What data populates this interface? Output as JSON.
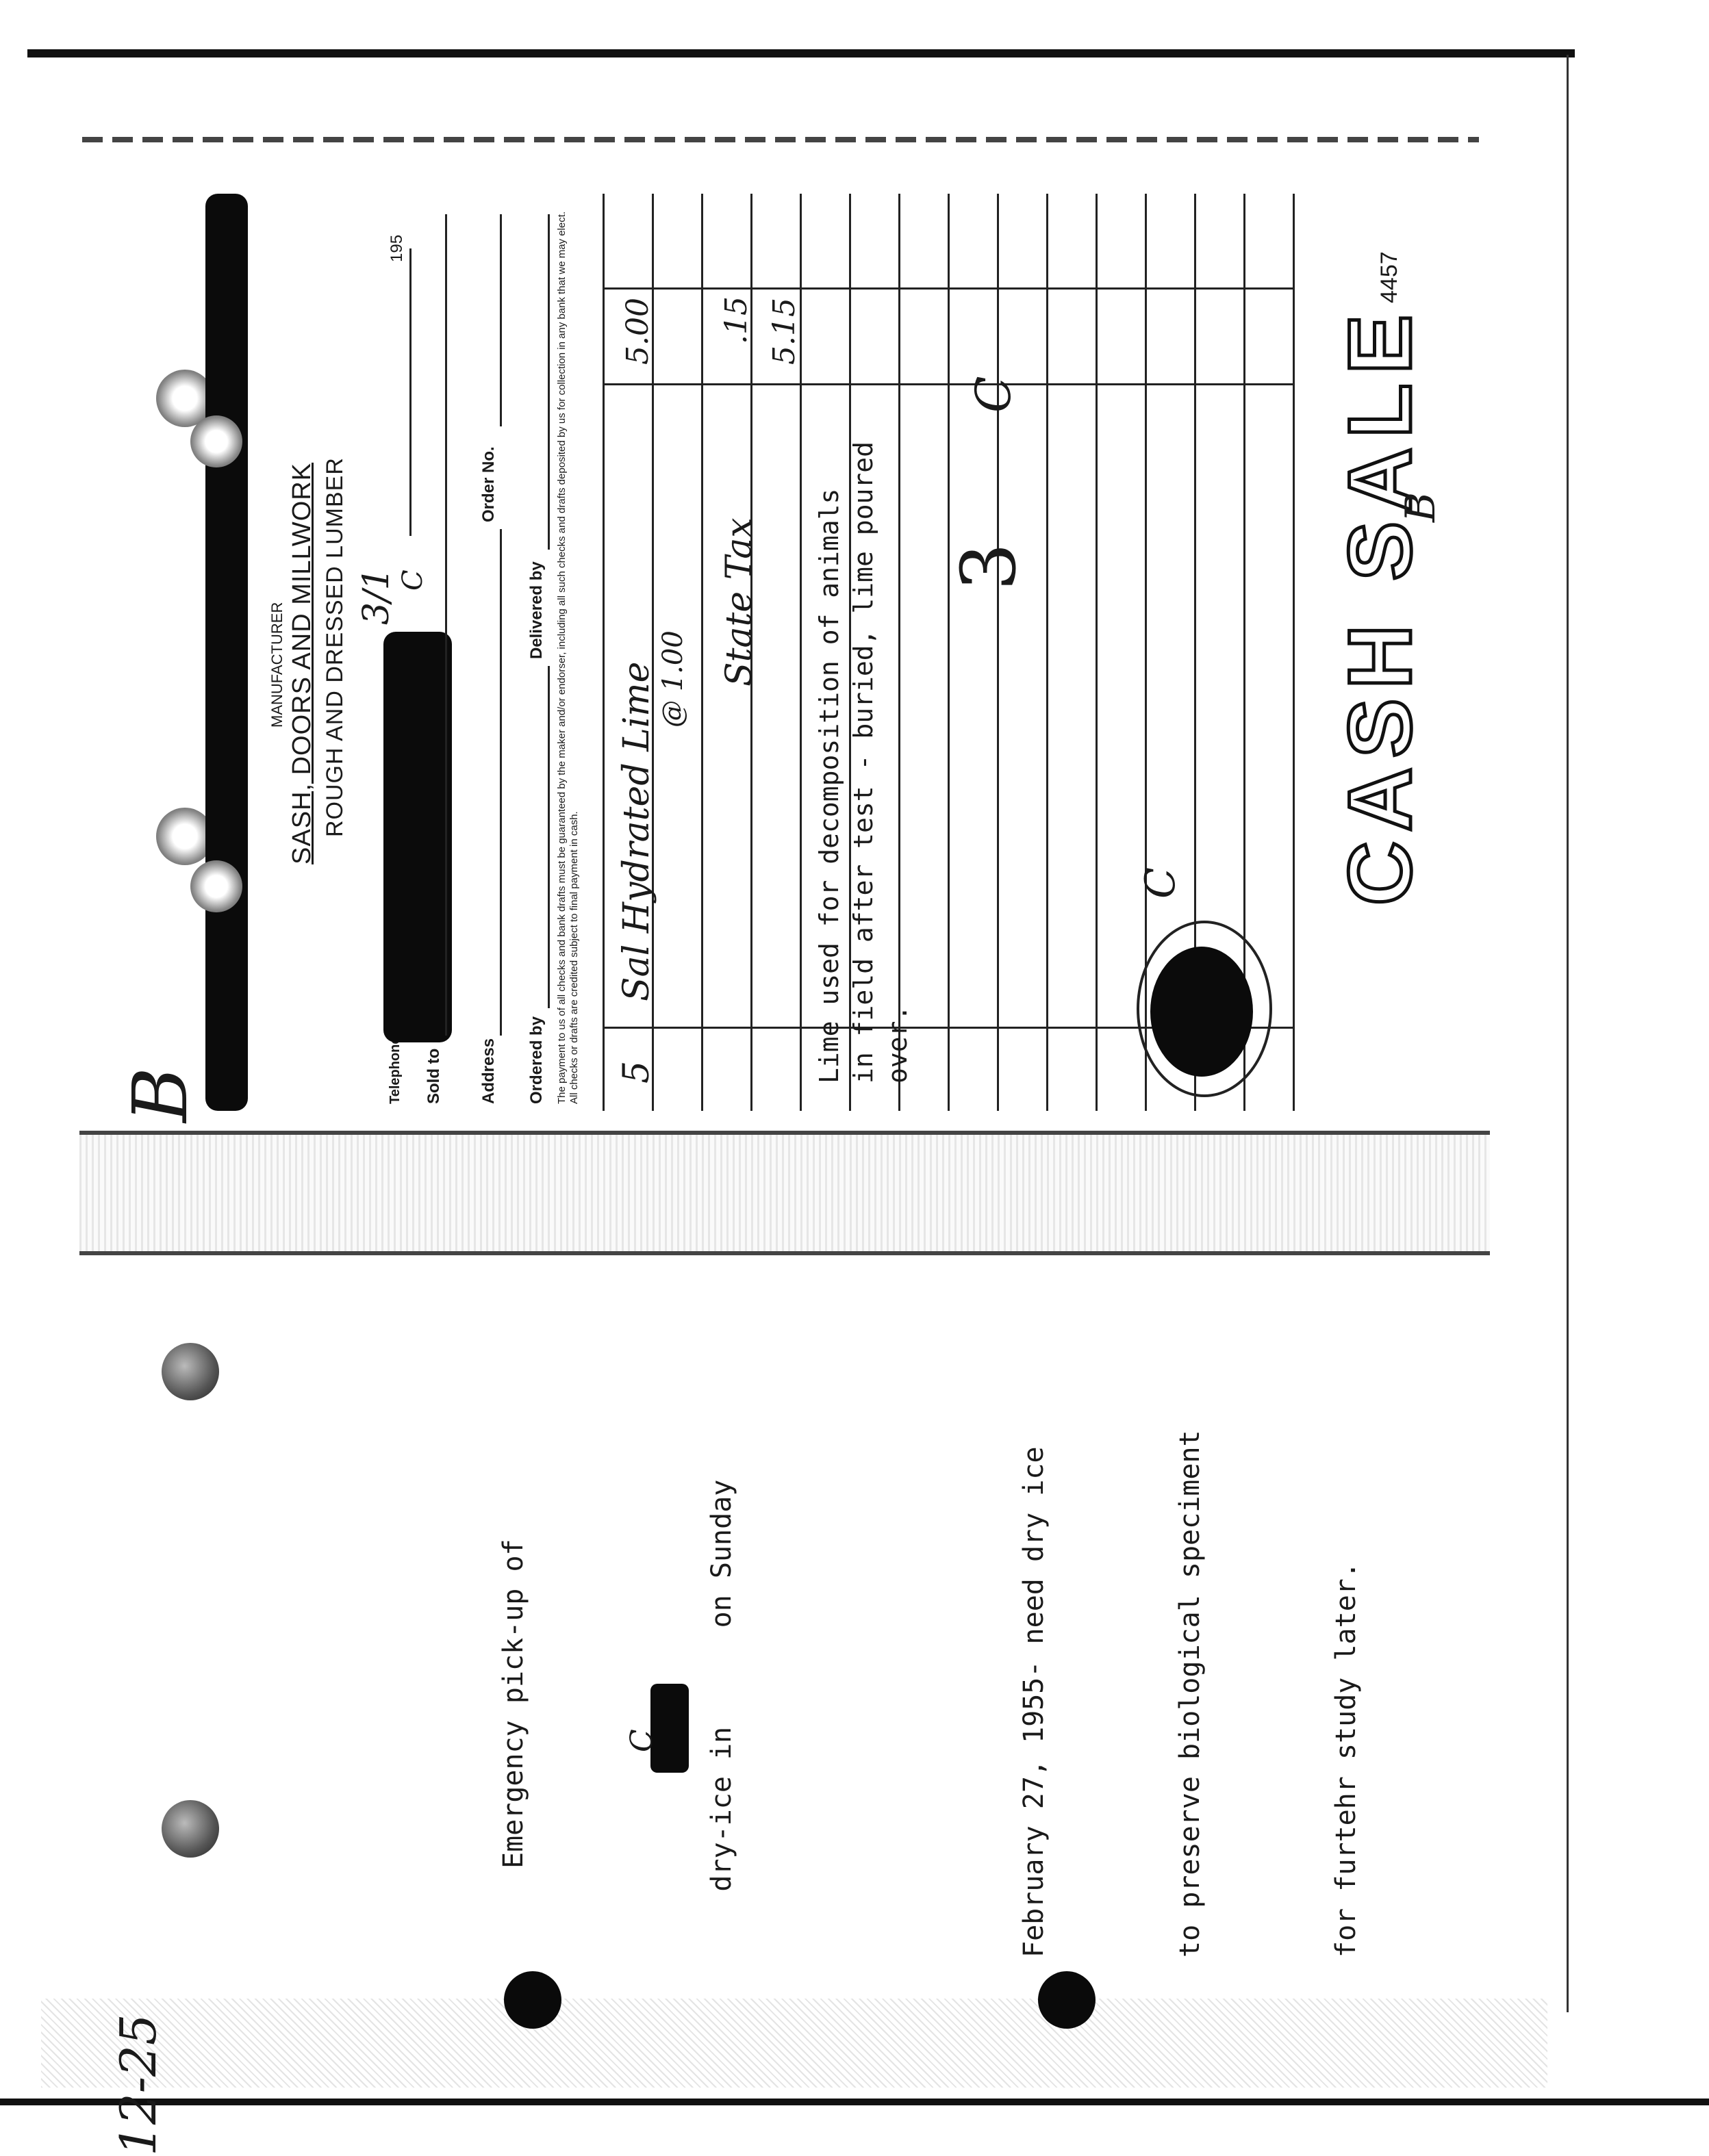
{
  "invoice": {
    "manufacturer_label": "MANUFACTURER",
    "line1": "SASH, DOORS AND MILLWORK",
    "line2": "ROUGH AND DRESSED LUMBER",
    "date_hand": "3/1",
    "year_suffix": "195",
    "telephone_label": "Telephone",
    "sold_to_label": "Sold to",
    "sold_to_hand": "C",
    "address_label": "Address",
    "order_no_label": "Order No.",
    "ordered_by_label": "Ordered by",
    "delivered_by_label": "Delivered by",
    "terms": "The payment to us of all checks and bank drafts must be guaranteed by the maker and/or endorser, including all such checks and drafts deposited by us for collection in any bank that we may elect. All checks or drafts are credited subject to final payment in cash.",
    "item_qty": "5",
    "item_desc": "Sal Hydrated Lime",
    "item_price": "@ 1.00",
    "item_amount": "5.00",
    "tax_label": "State Tax",
    "tax_amount": ".15",
    "total_amount": "5.15",
    "typed_note_1": "Lime used for decomposition of animals",
    "typed_note_2": "in field after test - buried, lime poured",
    "typed_note_3": "over.",
    "mark_3": "3",
    "mark_c": "C",
    "mark_b": "B",
    "cash_sale": "CASH SALE",
    "form_no": "4457"
  },
  "memo": {
    "line1": "Emergency pick-up of",
    "line2": "dry-ice in      on Sunday",
    "line2_hand": "C",
    "line3": "February 27, 1955- need dry ice",
    "line4": "to preserve biological speciment",
    "line5": "for furtehr study later."
  },
  "page_marks": {
    "left_B": "B",
    "corner_number": "12-25"
  }
}
